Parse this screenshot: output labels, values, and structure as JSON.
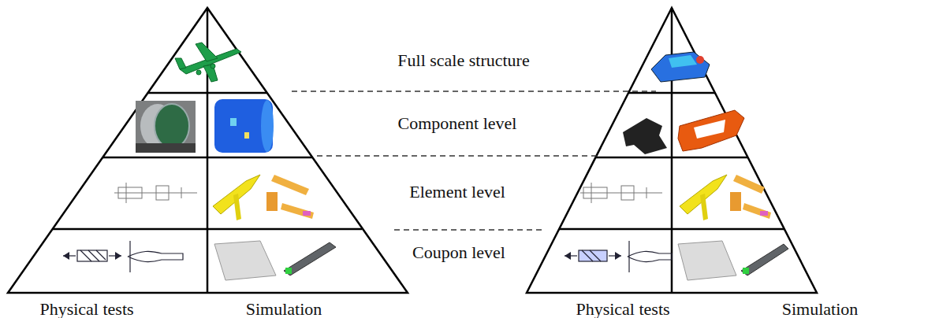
{
  "diagram": {
    "labels": [
      "Full scale structure",
      "Component level",
      "Element level",
      "Coupon level",
      "Physical tests",
      "Simulation",
      "Physical tests",
      "Simulation"
    ]
  }
}
